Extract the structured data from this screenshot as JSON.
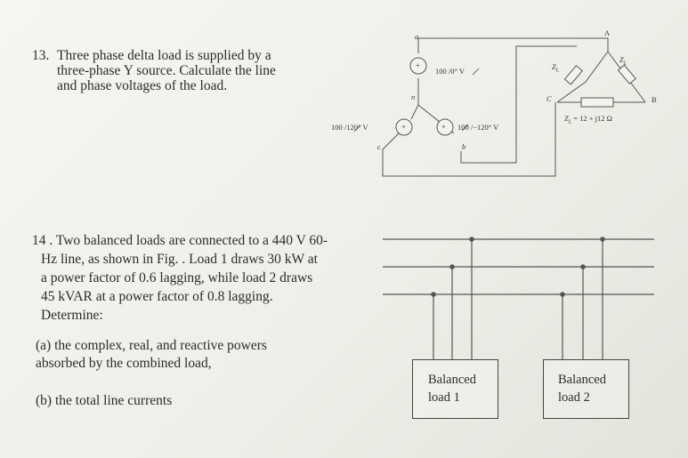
{
  "problem13": {
    "number": "13.",
    "lines": [
      "Three phase delta load is supplied by a",
      "three-phase Y source.  Calculate the line",
      "and phase voltages of the load."
    ]
  },
  "circuit": {
    "node_a": "a",
    "node_n": "n",
    "node_b": "b",
    "node_c": "c",
    "node_A": "A",
    "node_B": "B",
    "node_C": "C",
    "source_a": "100 /0° V",
    "source_b": "100 /−120° V",
    "source_c": "100 /120° V",
    "zl_left": "Z",
    "zl_right": "Z",
    "zl_sub": "L",
    "impedance": "Z",
    "impedance_sub": "L",
    "impedance_value": " = 12 + j12 Ω",
    "plus": "+",
    "minus": "−"
  },
  "problem14": {
    "lines": [
      "14 . Two balanced loads are connected to a 440 V 60-",
      "Hz line, as shown in Fig. . Load 1 draws 30 kW at",
      "a power factor of 0.6 lagging, while load 2 draws",
      "45 kVAR at a power factor of 0.8 lagging.",
      "Determine:"
    ],
    "part_a": [
      "(a) the complex, real, and reactive powers",
      "absorbed by the combined load,"
    ],
    "part_b": "(b) the total line currents"
  },
  "loads": {
    "load1": [
      "Balanced",
      "load 1"
    ],
    "load2": [
      "Balanced",
      "load 2"
    ]
  }
}
